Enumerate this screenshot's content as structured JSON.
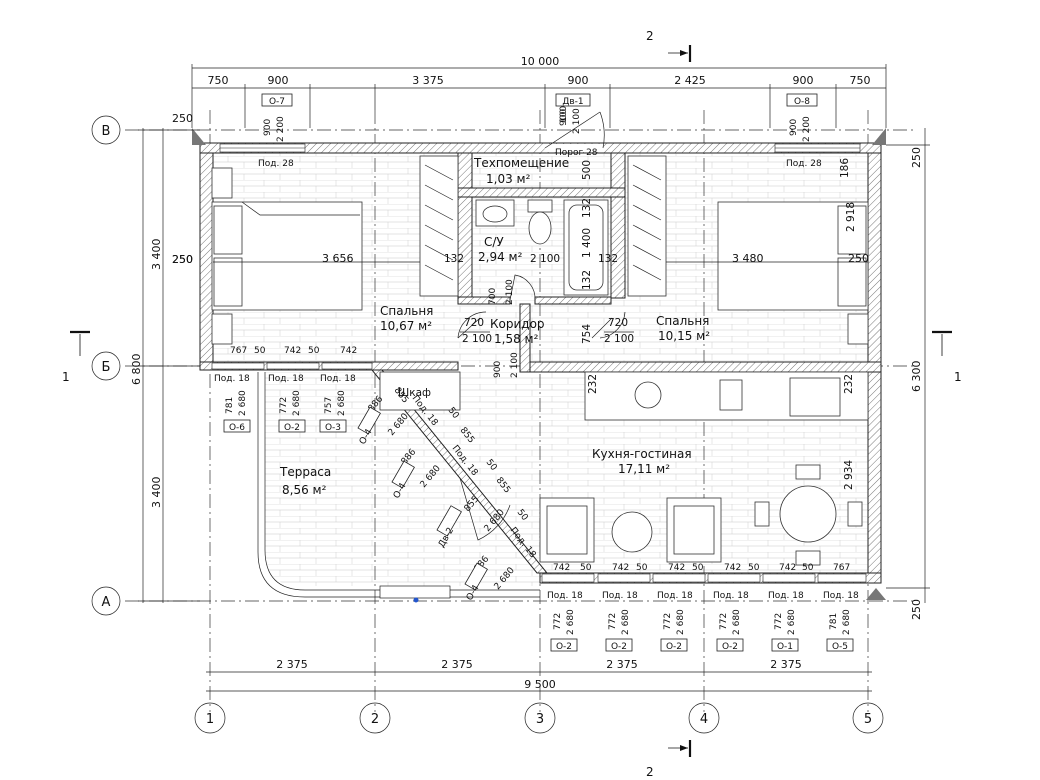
{
  "section_marks": {
    "label": "2",
    "label_left": "1",
    "label_right": "1"
  },
  "axes": {
    "horizontal": [
      "В",
      "Б",
      "А"
    ],
    "vertical": [
      "1",
      "2",
      "3",
      "4",
      "5"
    ]
  },
  "dims_top": {
    "total": "10 000",
    "segments": [
      "750",
      "900",
      "3 375",
      "900",
      "2 425",
      "900",
      "750"
    ]
  },
  "dims_bottom": {
    "segments": [
      "2 375",
      "2 375",
      "2 375",
      "2 375"
    ],
    "total": "9 500"
  },
  "dims_left": {
    "upper": "3 400",
    "lower": "3 400",
    "total": "6 800",
    "offset_top": "250",
    "offset_mid": "250"
  },
  "dims_right": {
    "top": "250",
    "total": "6 300",
    "bottom": "250"
  },
  "rooms": {
    "tech": {
      "name": "Техпомещение",
      "area": "1,03 м²"
    },
    "wc": {
      "name": "С/У",
      "area": "2,94 м²"
    },
    "corridor": {
      "name": "Коридор",
      "area": "1,58 м²"
    },
    "bedroom1": {
      "name": "Спальня",
      "area": "10,67 м²"
    },
    "bedroom2": {
      "name": "Спальня",
      "area": "10,15 м²"
    },
    "kitchen": {
      "name": "Кухня-гостиная",
      "area": "17,11 м²"
    },
    "terrace": {
      "name": "Терраса",
      "area": "8,56 м²"
    },
    "closet": {
      "name": "Шкаф"
    }
  },
  "openings_top": [
    {
      "tag": "О-7",
      "w": "900",
      "h": "2 200",
      "sill": "Под. 28"
    },
    {
      "tag": "Дв-1",
      "w": "900",
      "h": "2 100",
      "sill": "Порог 28"
    },
    {
      "tag": "О-8",
      "w": "900",
      "h": "2 200",
      "sill": "Под. 28"
    }
  ],
  "openings_bottom": [
    {
      "tag": "О-2",
      "w": "772",
      "h": "2 680",
      "sill": "Под. 18"
    },
    {
      "tag": "О-2",
      "w": "772",
      "h": "2 680",
      "sill": "Под. 18"
    },
    {
      "tag": "О-2",
      "w": "772",
      "h": "2 680",
      "sill": "Под. 18"
    },
    {
      "tag": "О-2",
      "w": "772",
      "h": "2 680",
      "sill": "Под. 18"
    },
    {
      "tag": "О-1",
      "w": "772",
      "h": "2 680",
      "sill": "Под. 18"
    },
    {
      "tag": "О-5",
      "w": "781",
      "h": "2 680",
      "sill": "Под. 18"
    }
  ],
  "openings_terrace": [
    {
      "tag": "О-6",
      "w": "781",
      "h": "2 680",
      "sill": "Под. 18"
    },
    {
      "tag": "О-2",
      "w": "772",
      "h": "2 680",
      "sill": "Под. 18"
    },
    {
      "tag": "О-3",
      "w": "757",
      "h": "2 680",
      "sill": "Под. 18"
    }
  ],
  "openings_diag": [
    {
      "tag": "О-4",
      "w": "886",
      "h": "2 680"
    },
    {
      "tag": "О-4",
      "w": "886",
      "h": "2 680"
    },
    {
      "tag": "Дв-2",
      "w": "855",
      "h": "2 680"
    },
    {
      "tag": "О-4",
      "w": "886",
      "h": "2 680"
    }
  ],
  "inner_doors": [
    {
      "w": "720",
      "h": "2 100"
    },
    {
      "w": "720",
      "h": "2 100"
    }
  ],
  "labels": {
    "l3656": "3 656",
    "l3480": "3 480",
    "l2100": "2 100",
    "l1400": "1 400",
    "l132": "132",
    "l500": "500",
    "l186": "186",
    "l2918": "2 918",
    "l2934": "2 934",
    "l232": "232",
    "l754": "754",
    "l700": "700",
    "l900": "900",
    "l767": "767",
    "l742": "742",
    "l50": "50",
    "l855": "855",
    "l250": "250",
    "l100": "100",
    "pod18": "Под. 18",
    "sec2": "2"
  }
}
